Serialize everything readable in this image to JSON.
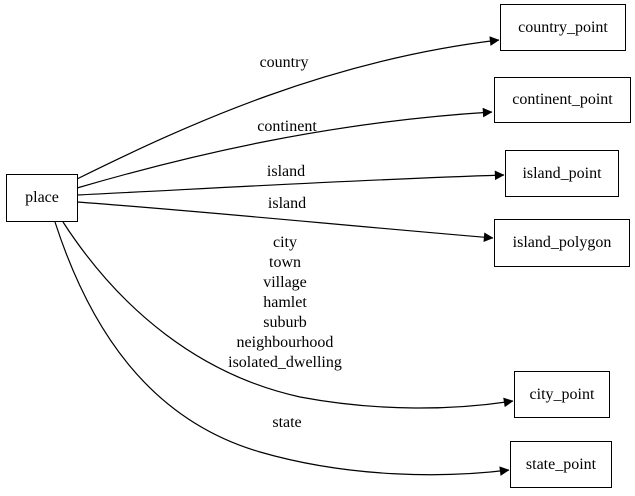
{
  "diagram": {
    "type": "graphviz-digraph",
    "background_color": "#ffffff",
    "line_color": "#000000",
    "text_color": "#000000",
    "nodes": {
      "place": {
        "label": "place"
      },
      "country_point": {
        "label": "country_point"
      },
      "continent_point": {
        "label": "continent_point"
      },
      "island_point": {
        "label": "island_point"
      },
      "island_polygon": {
        "label": "island_polygon"
      },
      "city_point": {
        "label": "city_point"
      },
      "state_point": {
        "label": "state_point"
      }
    },
    "edges": [
      {
        "from": "place",
        "to": "country_point",
        "label": "country"
      },
      {
        "from": "place",
        "to": "continent_point",
        "label": "continent"
      },
      {
        "from": "place",
        "to": "island_point",
        "label": "island"
      },
      {
        "from": "place",
        "to": "island_polygon",
        "label": "island"
      },
      {
        "from": "place",
        "to": "city_point",
        "label_lines": [
          "city",
          "town",
          "village",
          "hamlet",
          "suburb",
          "neighbourhood",
          "isolated_dwelling"
        ]
      },
      {
        "from": "place",
        "to": "state_point",
        "label": "state"
      }
    ]
  }
}
